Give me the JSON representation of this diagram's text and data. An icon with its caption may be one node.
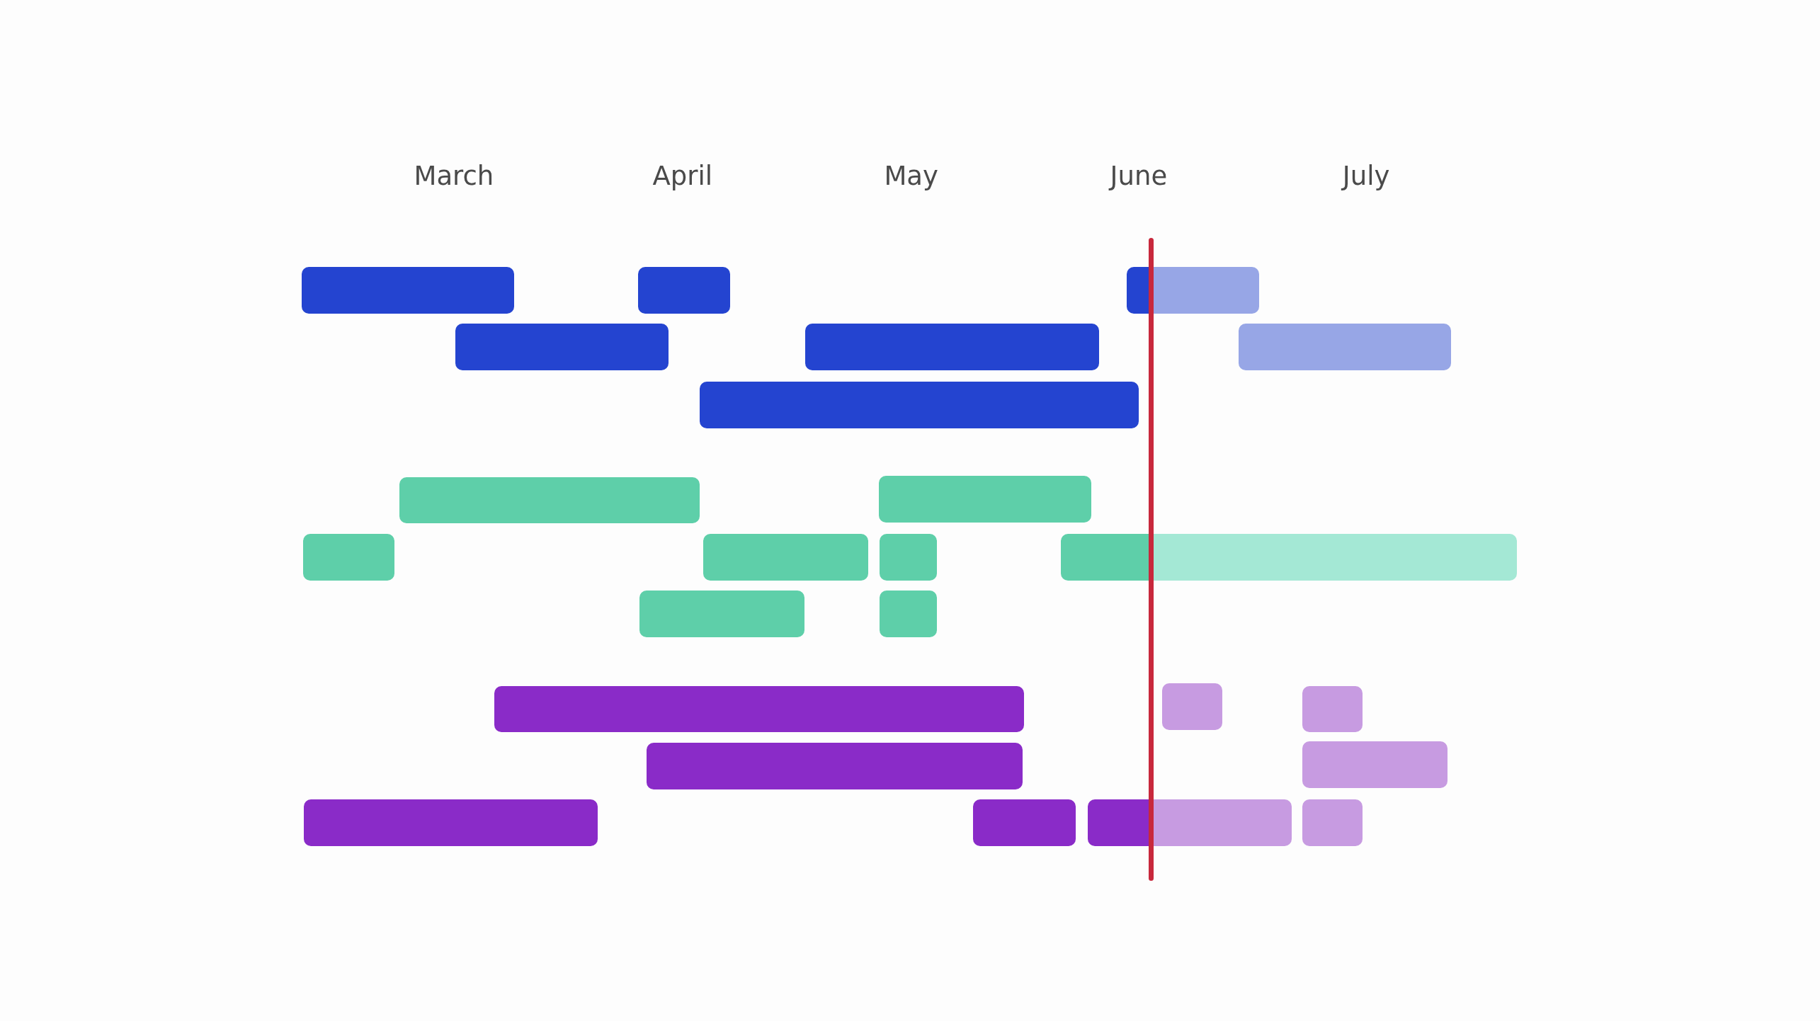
{
  "diagram": {
    "nodes": [
      {
        "text": [],
        "shape": "bar"
      },
      {
        "text": [],
        "shape": "bar"
      },
      {
        "text": [],
        "shape": "bar"
      },
      {
        "text": [],
        "shape": "bar"
      },
      {
        "text": [],
        "shape": "bar"
      },
      {
        "text": [],
        "shape": "bar"
      },
      {
        "text": [],
        "shape": "bar"
      },
      {
        "text": [],
        "shape": "bar"
      },
      {
        "text": [],
        "shape": "bar"
      },
      {
        "text": [],
        "shape": "bar"
      },
      {
        "text": [],
        "shape": "bar"
      },
      {
        "text": [],
        "shape": "bar"
      },
      {
        "text": [],
        "shape": "bar"
      },
      {
        "text": [],
        "shape": "bar"
      },
      {
        "text": [],
        "shape": "bar"
      },
      {
        "text": [],
        "shape": "bar"
      },
      {
        "text": [],
        "shape": "bar"
      },
      {
        "text": [],
        "shape": "bar"
      },
      {
        "text": [],
        "shape": "bar"
      },
      {
        "text": [],
        "shape": "bar"
      },
      {
        "text": [],
        "shape": "bar"
      },
      {
        "text": [],
        "shape": "bar"
      },
      {
        "text": [],
        "shape": "bar"
      },
      {
        "text": [],
        "shape": "bar"
      }
    ],
    "labels": [
      "March",
      "April",
      "May",
      "June",
      "July"
    ]
  }
}
